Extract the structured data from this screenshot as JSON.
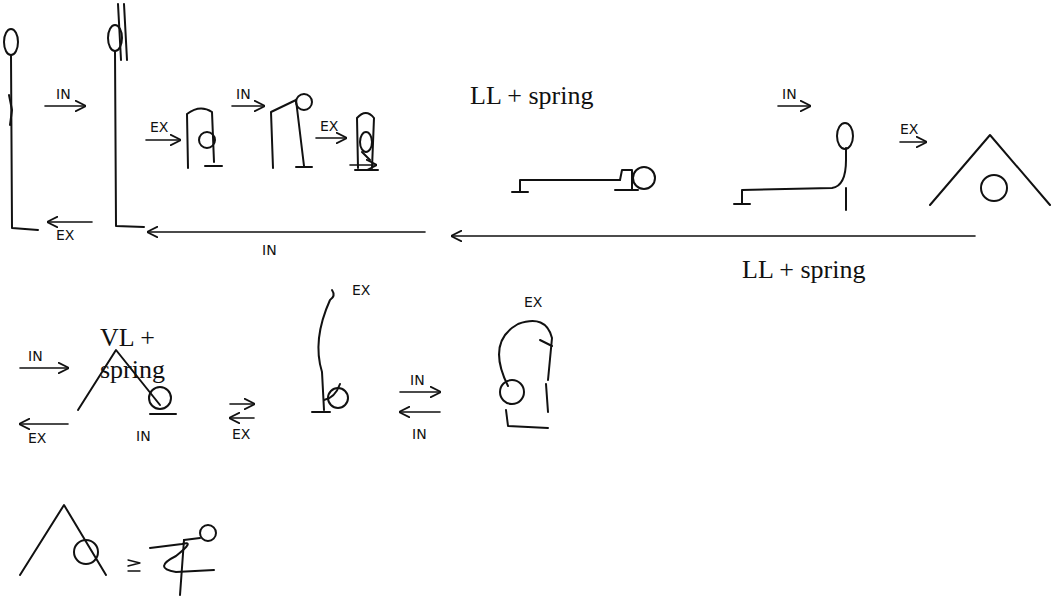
{
  "diagram": {
    "labels": [
      "IN",
      "EX",
      "EX",
      "IN",
      "EX",
      "LL + spring",
      "IN",
      "EX",
      "IN",
      "LL + spring",
      "IN",
      "EX",
      "IN",
      "VL + spring",
      "EX",
      "EX",
      "EX",
      "IN",
      "IN"
    ]
  }
}
